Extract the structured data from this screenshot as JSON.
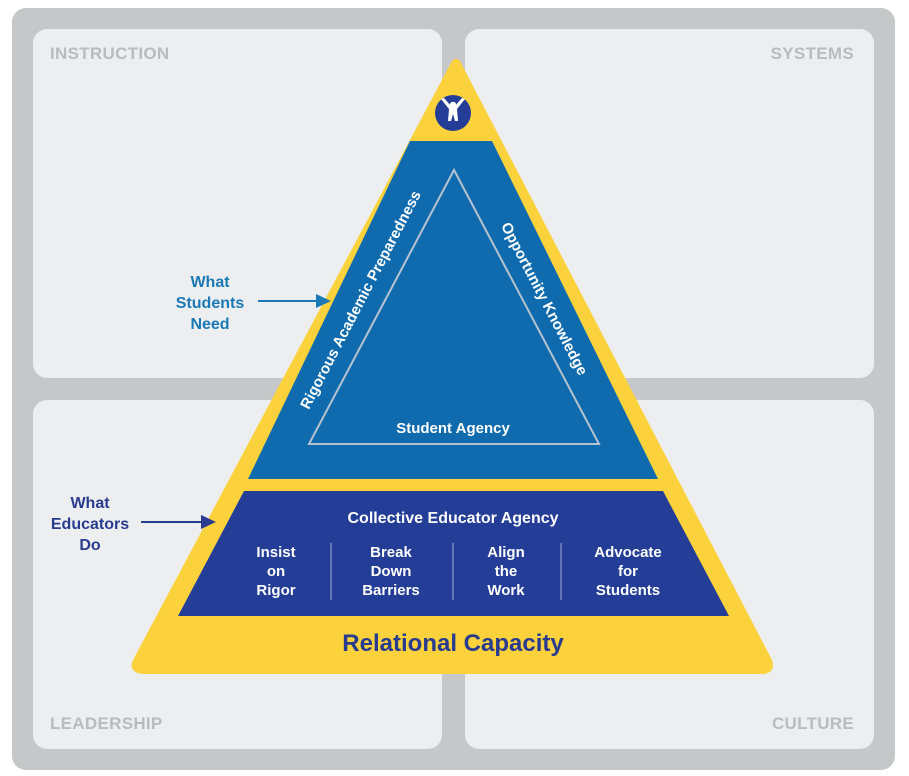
{
  "quadrants": {
    "top_left": "INSTRUCTION",
    "top_right": "SYSTEMS",
    "bottom_left": "LEADERSHIP",
    "bottom_right": "CULTURE"
  },
  "side_labels": {
    "students": [
      "What",
      "Students",
      "Need"
    ],
    "educators": [
      "What",
      "Educators",
      "Do"
    ]
  },
  "inner_triangle": {
    "left_side": "Rigorous Academic Preparedness",
    "right_side": "Opportunity Knowledge",
    "bottom": "Student Agency"
  },
  "educator_band": {
    "title": "Collective Educator Agency",
    "columns": [
      [
        "Insist",
        "on",
        "Rigor"
      ],
      [
        "Break",
        "Down",
        "Barriers"
      ],
      [
        "Align",
        "the",
        "Work"
      ],
      [
        "Advocate",
        "for",
        "Students"
      ]
    ]
  },
  "base": "Relational Capacity",
  "logo_icon": "student-cheering-icon",
  "colors": {
    "frame": "#c6c7c9",
    "panel": "#edeeef",
    "quad_text": "#b9bbbe",
    "pyramid_yellow": "#fcd23c",
    "upper_blue": "#0f6bae",
    "lower_navy": "#243e98",
    "students_label": "#1b7ab5",
    "educators_label": "#283b8f"
  }
}
